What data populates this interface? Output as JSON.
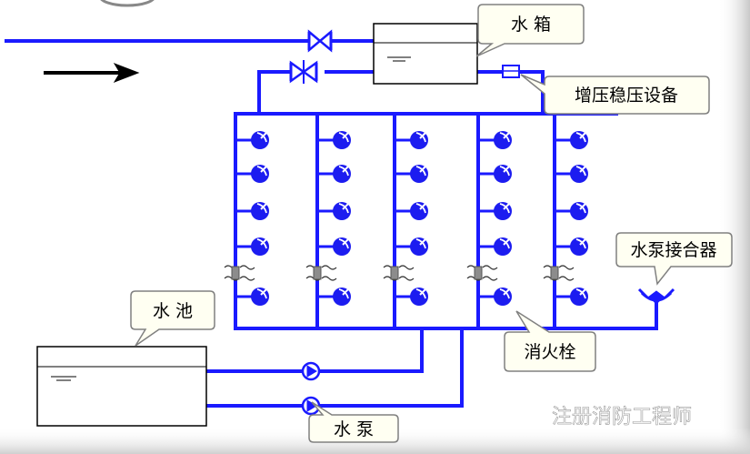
{
  "labels": {
    "tank": "水 箱",
    "booster": "增压稳压设备",
    "pump_adapter": "水泵接合器",
    "pool": "水 池",
    "hydrant": "消火栓",
    "pump": "水 泵"
  },
  "watermark": {
    "text": "注册消防工程师",
    "icon": "wechat-icon"
  },
  "colors": {
    "pipe": "#1a1aff",
    "hydrant": "#1c1cf0",
    "callout_fill": "#fffff2",
    "callout_stroke": "#808080",
    "arrow": "#000000"
  }
}
